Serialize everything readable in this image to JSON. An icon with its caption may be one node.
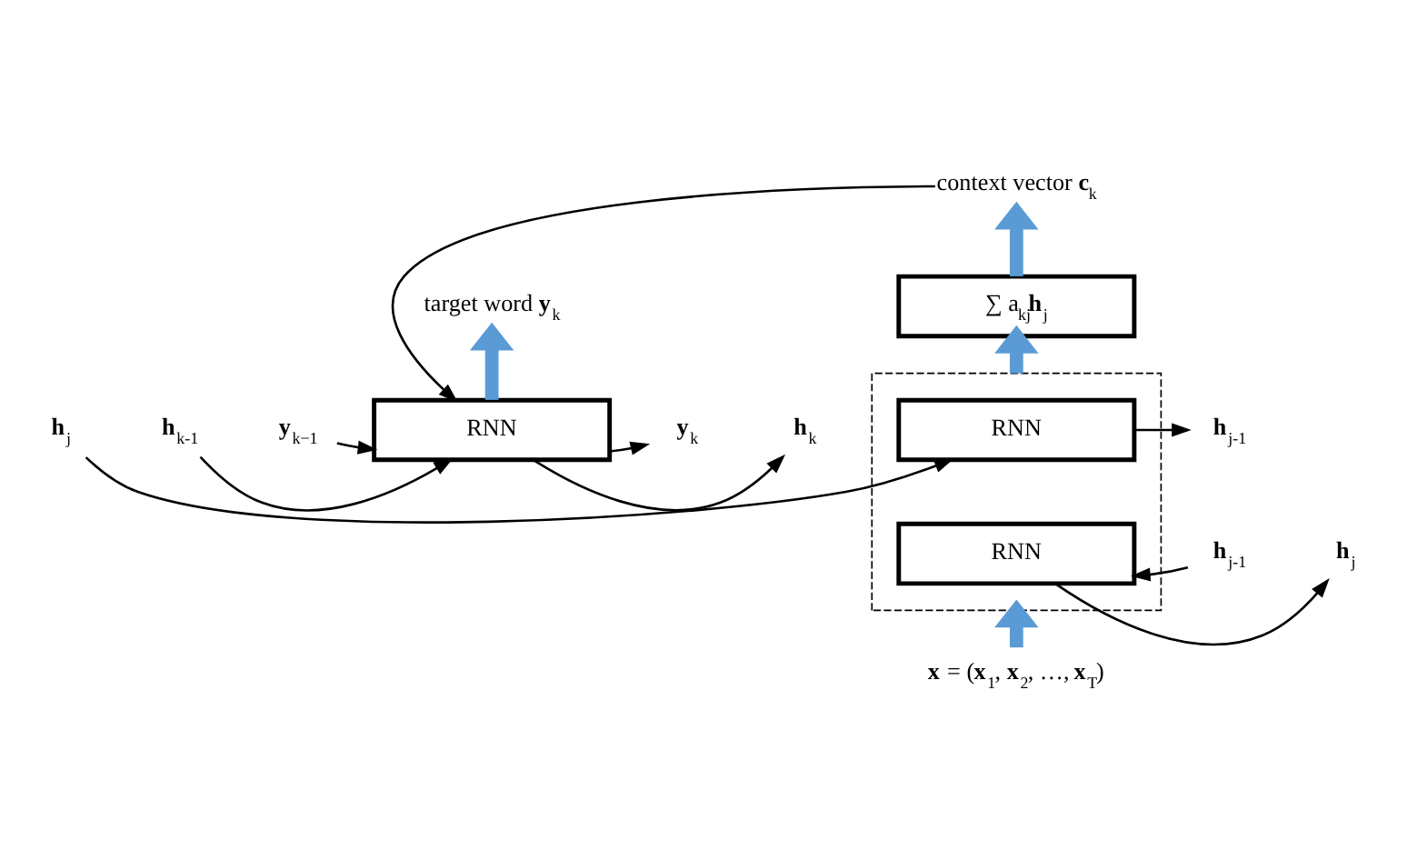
{
  "diagram": {
    "nodes": [
      {
        "text": [],
        "shape": "box"
      },
      {
        "text": [
          "RNN"
        ],
        "in": 0
      },
      {
        "text": [
          "RNN"
        ],
        "in": 0
      },
      {
        "text": [
          "∑ a$_{kj}$**h**$_{j}$"
        ]
      },
      {
        "text": [
          "context vector **c**$_{k}$"
        ]
      },
      {
        "text": [
          "**h**$_{j-1}$"
        ]
      },
      {
        "text": [
          "**h**$_{j}$"
        ]
      },
      {
        "text": [
          "**h**$_{j-1}$"
        ]
      },
      {
        "text": [
          "**h**$_{j}$"
        ]
      },
      {
        "text": [
          "**x** = (**x**$_{1}$, **x**$_{2}$, …, **x**$_{T}$)"
        ]
      },
      {
        "text": [
          "target word **y**$_{k}$"
        ]
      },
      {
        "text": [
          "RNN"
        ]
      },
      {
        "text": [
          "**h**$_{k-1}$"
        ]
      },
      {
        "text": [
          "**y**$_{k−1}$"
        ]
      },
      {
        "text": [
          "**h**$_{k}$"
        ]
      },
      {
        "text": [
          "**y**$_{k}$"
        ]
      }
    ],
    "edges": [
      {
        "from": 9,
        "to": 0,
        "arrow": "to",
        "style": "thick",
        "color": "#5b9bd5"
      },
      {
        "from": 0,
        "to": 3,
        "arrow": "to",
        "style": "thick",
        "color": "#5b9bd5"
      },
      {
        "from": 3,
        "to": 4,
        "arrow": "to",
        "style": "thick",
        "color": "#5b9bd5"
      },
      {
        "from": 1,
        "to": 5,
        "arrow": "to"
      },
      {
        "from": 6,
        "to": 1,
        "arrow": "to"
      },
      {
        "from": 7,
        "to": 2,
        "arrow": "to"
      },
      {
        "from": 2,
        "to": 8,
        "arrow": "to"
      },
      {
        "from": 4,
        "to": 11,
        "arrow": "to"
      },
      {
        "from": 11,
        "to": 10,
        "arrow": "to",
        "style": "thick",
        "color": "#5b9bd5"
      },
      {
        "from": 12,
        "to": 11,
        "arrow": "to"
      },
      {
        "from": 13,
        "to": 11,
        "arrow": "to"
      },
      {
        "from": 11,
        "to": 14,
        "arrow": "to"
      },
      {
        "from": 11,
        "to": 15,
        "arrow": "to"
      }
    ]
  }
}
